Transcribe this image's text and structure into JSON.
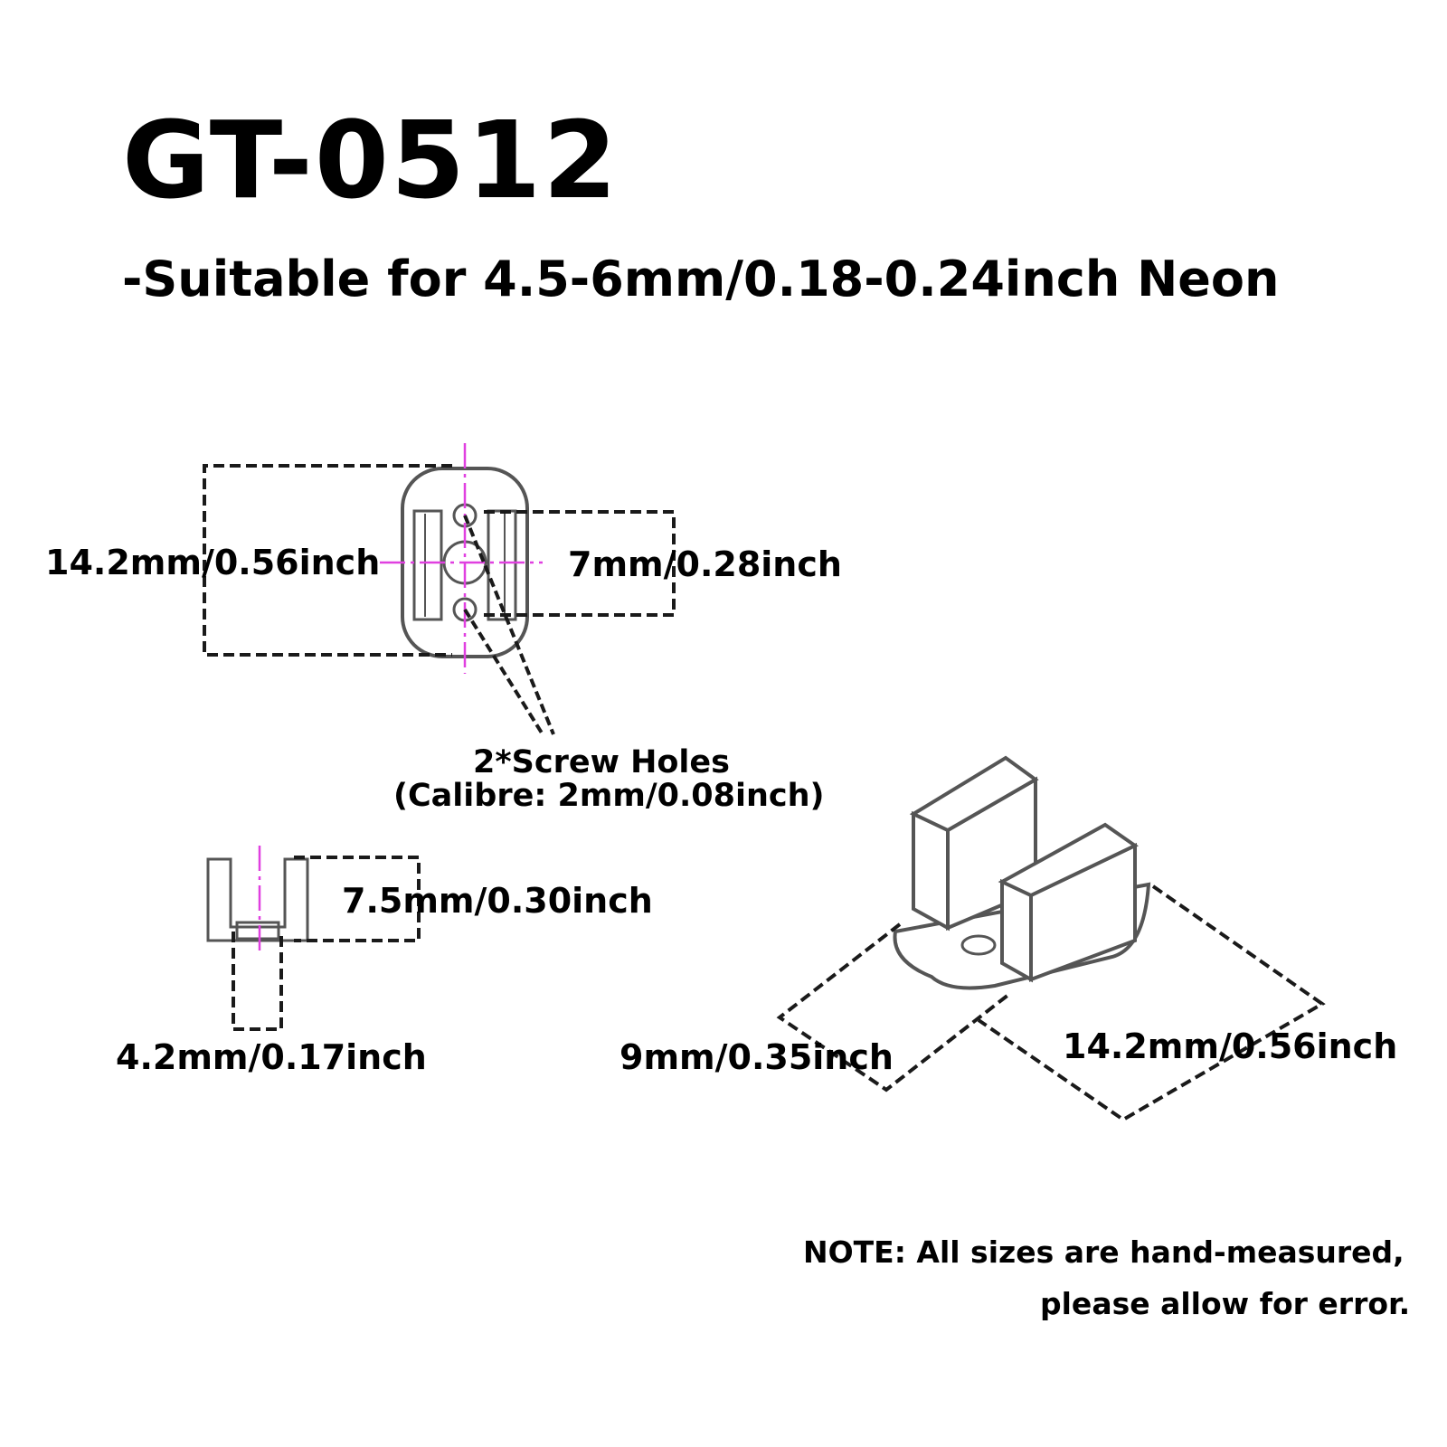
{
  "header": {
    "model": "GT-0512",
    "subtitle": "-Suitable for 4.5-6mm/0.18-0.24inch Neon"
  },
  "dimensions": {
    "top_view_height": "14.2mm/0.56inch",
    "top_view_inner_width": "7mm/0.28inch",
    "side_view_height": "7.5mm/0.30inch",
    "side_view_gap": "4.2mm/0.17inch",
    "iso_width": "9mm/0.35inch",
    "iso_length": "14.2mm/0.56inch"
  },
  "screw_holes": {
    "label": "2*Screw Holes",
    "calibre": "(Calibre: 2mm/0.08inch)"
  },
  "note": {
    "line1": "NOTE: All sizes are hand-measured,",
    "line2": "please allow for error."
  },
  "colors": {
    "centerline": "#e040e0",
    "line": "#1a1a1a",
    "part_outline": "#555555"
  }
}
